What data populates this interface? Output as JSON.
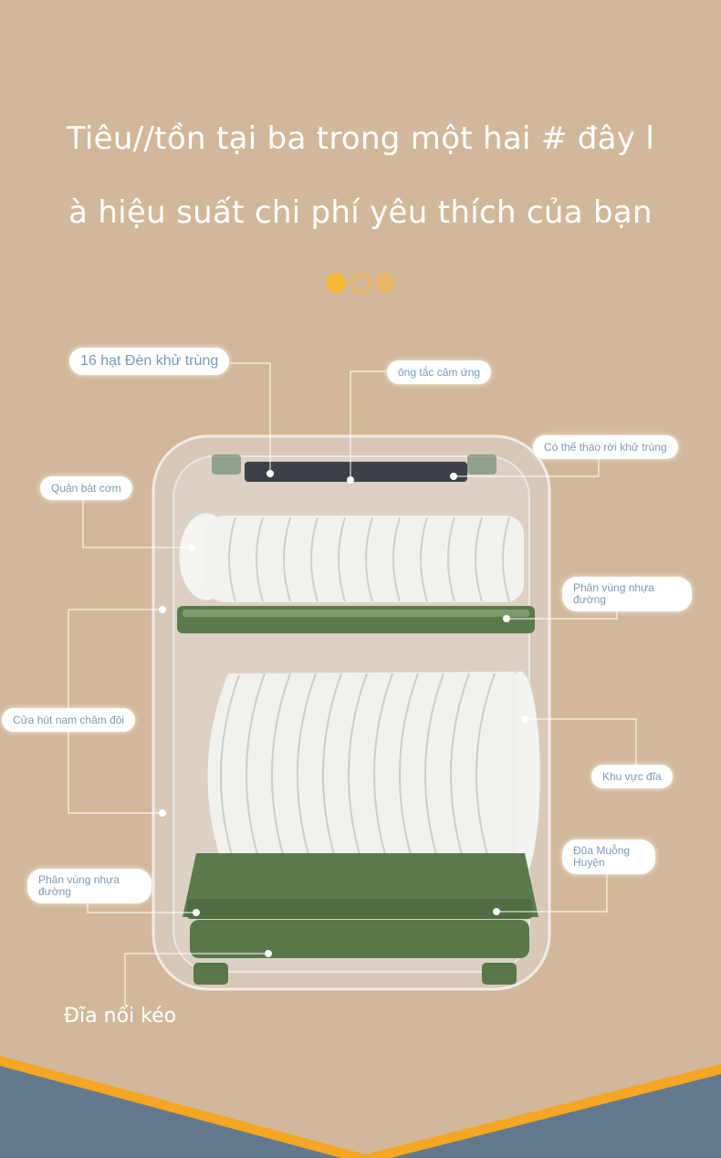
{
  "headline": {
    "line1": "Tiêu//tồn tại ba trong một hai # đây l",
    "line2": "à hiệu suất chi phí yêu thích của bạn"
  },
  "colors": {
    "background": "#d2b89a",
    "accent": "#f5b935",
    "footer": "#637a8e",
    "tray_green": "#5b7a4c"
  },
  "labels": {
    "lamp_beads": "16 hạt Đèn khử trùng",
    "touch_switch": "ông tắc cảm ứng",
    "removable": "Có thể tháo rời khử trùng",
    "bowl_rack": "Quản bát cơm",
    "plastic_zone_top": "Phân vùng nhựa đường",
    "magnetic_door": "Cửa hút nam châm đôi",
    "plate_area": "Khu vực đĩa",
    "chopsticks": "Đũa Muỗng Huyện",
    "plastic_zone_bottom": "Phân vùng nhựa đường",
    "pull_tray": "Đĩa nối kéo"
  }
}
